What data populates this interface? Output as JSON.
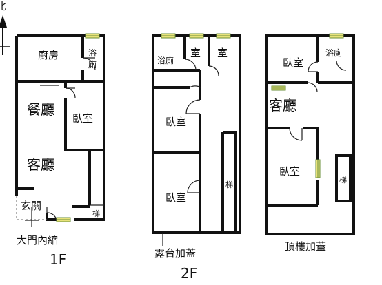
{
  "compass": {
    "north": "北"
  },
  "floors": [
    {
      "id": "1f",
      "floor_label": "1F",
      "note": "大門內縮",
      "rooms": [
        "廚房",
        "浴",
        "廁",
        "餐廳",
        "臥室",
        "客廳",
        "玄關",
        "梯"
      ]
    },
    {
      "id": "2f",
      "floor_label": "2F",
      "note": "露台加蓋",
      "rooms": [
        "浴廁",
        "室",
        "室",
        "臥室",
        "臥室",
        "梯"
      ]
    },
    {
      "id": "roof",
      "note": "頂樓加蓋",
      "rooms": [
        "臥室",
        "浴廁",
        "客廳",
        "臥室",
        "梯"
      ]
    }
  ],
  "colors": {
    "wall": "#111111",
    "window": "#e8e27a",
    "window_edge": "#6a8f3a"
  }
}
